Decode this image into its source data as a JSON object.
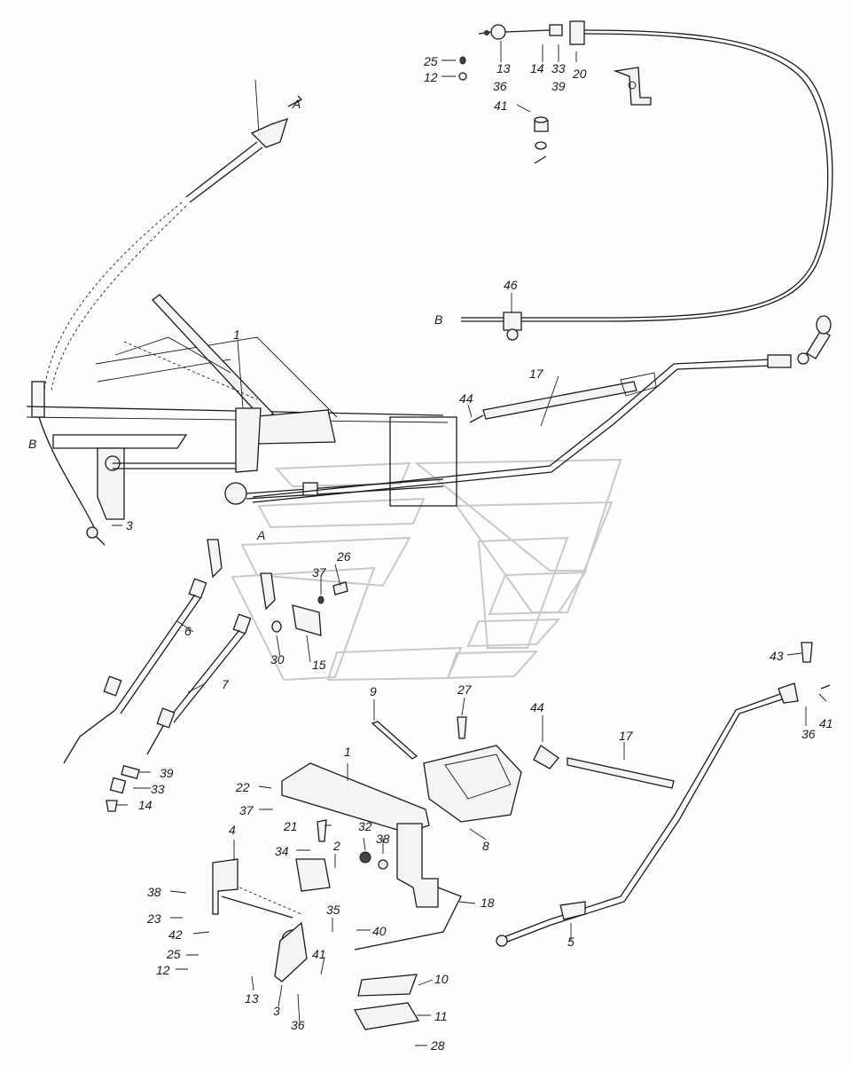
{
  "labels": [
    {
      "id": "l25a",
      "text": "25"
    },
    {
      "id": "l12a",
      "text": "12"
    },
    {
      "id": "l13a",
      "text": "13"
    },
    {
      "id": "l36a",
      "text": "36"
    },
    {
      "id": "l14a",
      "text": "14"
    },
    {
      "id": "l33a",
      "text": "33"
    },
    {
      "id": "l39a",
      "text": "39"
    },
    {
      "id": "l20",
      "text": "20"
    },
    {
      "id": "l41a",
      "text": "41"
    },
    {
      "id": "lA1",
      "text": "A"
    },
    {
      "id": "l46",
      "text": "46"
    },
    {
      "id": "lB1",
      "text": "B"
    },
    {
      "id": "l1a",
      "text": "1"
    },
    {
      "id": "l17a",
      "text": "17"
    },
    {
      "id": "l44a",
      "text": "44"
    },
    {
      "id": "lB2",
      "text": "B"
    },
    {
      "id": "l3a",
      "text": "3"
    },
    {
      "id": "lA2",
      "text": "A"
    },
    {
      "id": "l26",
      "text": "26"
    },
    {
      "id": "l37a",
      "text": "37"
    },
    {
      "id": "l6",
      "text": "6"
    },
    {
      "id": "l7",
      "text": "7"
    },
    {
      "id": "l30",
      "text": "30"
    },
    {
      "id": "l15",
      "text": "15"
    },
    {
      "id": "l9",
      "text": "9"
    },
    {
      "id": "l27",
      "text": "27"
    },
    {
      "id": "l43",
      "text": "43"
    },
    {
      "id": "l41b",
      "text": "41"
    },
    {
      "id": "l36b",
      "text": "36"
    },
    {
      "id": "l44b",
      "text": "44"
    },
    {
      "id": "l17b",
      "text": "17"
    },
    {
      "id": "l39b",
      "text": "39"
    },
    {
      "id": "l33b",
      "text": "33"
    },
    {
      "id": "l14b",
      "text": "14"
    },
    {
      "id": "l1b",
      "text": "1"
    },
    {
      "id": "l22",
      "text": "22"
    },
    {
      "id": "l37b",
      "text": "37"
    },
    {
      "id": "l21",
      "text": "21"
    },
    {
      "id": "l32",
      "text": "32"
    },
    {
      "id": "l38a",
      "text": "38"
    },
    {
      "id": "l8",
      "text": "8"
    },
    {
      "id": "l4",
      "text": "4"
    },
    {
      "id": "l34",
      "text": "34"
    },
    {
      "id": "l2",
      "text": "2"
    },
    {
      "id": "l38b",
      "text": "38"
    },
    {
      "id": "l23",
      "text": "23"
    },
    {
      "id": "l18",
      "text": "18"
    },
    {
      "id": "l42",
      "text": "42"
    },
    {
      "id": "l35",
      "text": "35"
    },
    {
      "id": "l40",
      "text": "40"
    },
    {
      "id": "l25b",
      "text": "25"
    },
    {
      "id": "l41c",
      "text": "41"
    },
    {
      "id": "l12b",
      "text": "12"
    },
    {
      "id": "l5",
      "text": "5"
    },
    {
      "id": "l10",
      "text": "10"
    },
    {
      "id": "l13b",
      "text": "13"
    },
    {
      "id": "l3b",
      "text": "3"
    },
    {
      "id": "l36c",
      "text": "36"
    },
    {
      "id": "l11",
      "text": "11"
    },
    {
      "id": "l28",
      "text": "28"
    }
  ]
}
